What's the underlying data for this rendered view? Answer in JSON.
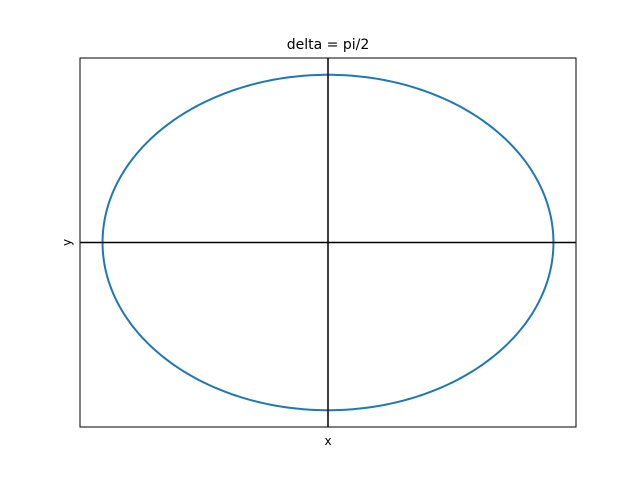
{
  "chart_data": {
    "type": "line",
    "title": "delta = pi/2",
    "xlabel": "x",
    "ylabel": "y",
    "xlim": [
      -1.1,
      1.1
    ],
    "ylim": [
      -1.1,
      1.1
    ],
    "grid": false,
    "ticks": "none",
    "parametric": {
      "x": "sin(t + pi/2)",
      "y": "sin(t)",
      "t_range": [
        0,
        6.283185307
      ],
      "samples": 400
    },
    "series": [
      {
        "color": "#1f77b4",
        "points": [
          [
            1.0,
            0.0
          ],
          [
            0.707,
            0.707
          ],
          [
            0.0,
            1.0
          ],
          [
            -0.707,
            0.707
          ],
          [
            -1.0,
            0.0
          ],
          [
            -0.707,
            -0.707
          ],
          [
            0.0,
            -1.0
          ],
          [
            0.707,
            -0.707
          ],
          [
            1.0,
            0.0
          ]
        ]
      }
    ],
    "reference_lines": [
      {
        "orientation": "horizontal",
        "value": 0,
        "color": "#000000"
      },
      {
        "orientation": "vertical",
        "value": 0,
        "color": "#000000"
      }
    ]
  }
}
